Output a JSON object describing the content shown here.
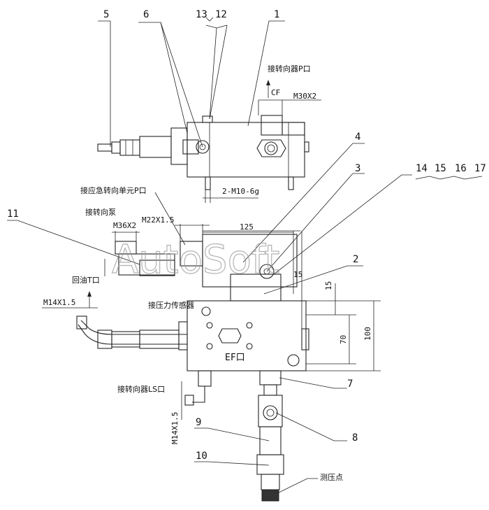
{
  "part_numbers": {
    "n1": "1",
    "n2": "2",
    "n3": "3",
    "n4": "4",
    "n5": "5",
    "n6": "6",
    "n7": "7",
    "n8": "8",
    "n9": "9",
    "n10": "10",
    "n11": "11",
    "n12": "12",
    "n13": "13",
    "n14": "14",
    "n15": "15",
    "n16": "16",
    "n17": "17"
  },
  "labels": {
    "steering_p": "接转向器P口",
    "cf": "CF",
    "m30": "M30X2",
    "m10": "2-M10-6g",
    "emergency_p": "接应急转向单元P口",
    "pump": "接转向泵",
    "m36": "M36X2",
    "m22": "M22X1.5",
    "dim125": "125",
    "dim15a": "15",
    "return_t": "回油T口",
    "m14a": "M14X1.5",
    "dim15b": "15",
    "sensor": "接压力传感器",
    "dim70": "70",
    "dim100": "100",
    "ef": "EF口",
    "steering_ls": "接转向器LS口",
    "m14b": "M14X1.5",
    "test_point": "测压点"
  },
  "watermark": "AutoSoft"
}
